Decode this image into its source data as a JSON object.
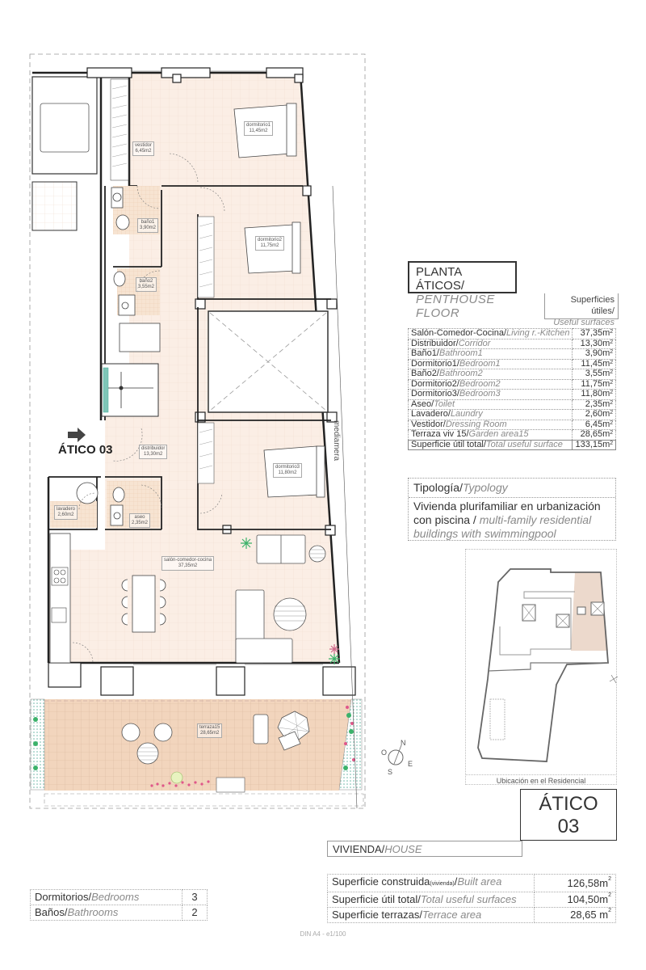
{
  "header": {
    "title_es": "PLANTA ÁTICOS/",
    "title_en": "PENTHOUSE FLOOR",
    "useful_es": "Superficies útiles/",
    "useful_en": "Useful surfaces"
  },
  "areas": {
    "rows": [
      {
        "es": "Salón-Comedor-Cocina/",
        "en": "Living r.-Kitchen",
        "value": "37,35m"
      },
      {
        "es": "Distribuidor/",
        "en": "Corridor",
        "value": "13,30m"
      },
      {
        "es": "Baño1/",
        "en": "Bathroom1",
        "value": "3,90m"
      },
      {
        "es": "Dormitorio1/",
        "en": "Bedroom1",
        "value": "11,45m"
      },
      {
        "es": "Baño2/",
        "en": "Bathroom2",
        "value": "3,55m"
      },
      {
        "es": "Dormitorio2/",
        "en": "Bedroom2",
        "value": "11,75m"
      },
      {
        "es": "Dormitorio3/",
        "en": "Bedroom3",
        "value": "11,80m"
      },
      {
        "es": "Aseo/",
        "en": "Toilet",
        "value": "2,35m"
      },
      {
        "es": "Lavadero/",
        "en": "Laundry",
        "value": "2,60m"
      },
      {
        "es": "Vestidor/",
        "en": "Dressing Room",
        "value": "6,45m"
      },
      {
        "es": "Terraza viv 15/",
        "en": "Garden area15",
        "value": "28,65m"
      }
    ],
    "total": {
      "es": "Superficie útil total/",
      "en": "Total useful surface",
      "value": "133,15m"
    },
    "sup": "2"
  },
  "typology": {
    "head_es": "Tipología/",
    "head_en": "Typology",
    "body_es": "Vivienda plurifamiliar en urbanización con piscina",
    "body_sep": " / ",
    "body_en": "multi-family residential buildings with swimmingpool"
  },
  "location_map": {
    "caption": "Ubicación en el Residencial",
    "highlight_color": "#ecd9cc"
  },
  "unit": {
    "line1": "ÁTICO",
    "line2": "03",
    "plan_label": "ÁTICO 03"
  },
  "house": {
    "label_es": "VIVIENDA/",
    "label_en": "HOUSE",
    "rows": [
      {
        "es": "Superficie construida",
        "small": "(vivienda)",
        "slash": "/",
        "en": "Built area",
        "value": "126,58m"
      },
      {
        "es": "Superficie útil total/",
        "small": "",
        "slash": "",
        "en": "Total useful surfaces",
        "value": "104,50m"
      },
      {
        "es": "Superficie terrazas/",
        "small": "",
        "slash": "",
        "en": "Terrace area",
        "value": "28,65 m"
      }
    ]
  },
  "counts": {
    "rows": [
      {
        "es": "Dormitorios/",
        "en": "Bedrooms",
        "value": "3"
      },
      {
        "es": "Baños/",
        "en": "Bathrooms",
        "value": "2"
      }
    ]
  },
  "plan": {
    "rooms": [
      {
        "name": "dormitorio1",
        "area": "11,45m2"
      },
      {
        "name": "vestidor",
        "area": "6,45m2"
      },
      {
        "name": "baño1",
        "area": "3,90m2"
      },
      {
        "name": "dormitorio2",
        "area": "11,75m2"
      },
      {
        "name": "baño2",
        "area": "3,55m2"
      },
      {
        "name": "distribuidor",
        "area": "13,30m2"
      },
      {
        "name": "dormitorio3",
        "area": "11,80m2"
      },
      {
        "name": "lavadero",
        "area": "2,60m2"
      },
      {
        "name": "aseo",
        "area": "2,35m2"
      },
      {
        "name": "salón-comedor-cocina",
        "area": "37,35m2"
      },
      {
        "name": "terraza15",
        "area": "28,65m2"
      }
    ],
    "medianera": "mediamera",
    "compass": {
      "n": "N",
      "s": "S",
      "e": "E",
      "o": "O"
    },
    "floor_color": "#fbeee5",
    "terrace_color": "#f0d6c0",
    "wet_color": "#f6e2cf"
  },
  "footer": {
    "scale": "DIN A4 - e1/100"
  }
}
